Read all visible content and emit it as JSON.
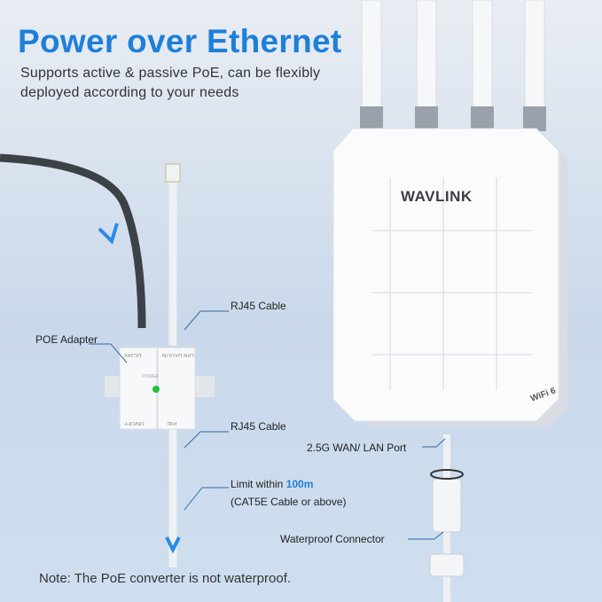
{
  "header": {
    "title": "Power over Ethernet",
    "subtitle_line1": "Supports active & passive PoE, can be flexibly",
    "subtitle_line2": "deployed according to your needs"
  },
  "labels": {
    "rj45_top": "RJ45 Cable",
    "poe_adapter": "POE Adapter",
    "rj45_bottom": "RJ45 Cable",
    "limit_prefix": "Limit within ",
    "limit_value": "100m",
    "limit_note": "(CAT5E Cable or above)",
    "wan_port": "2.5G WAN/ LAN Port",
    "waterproof": "Waterproof Connector"
  },
  "adapter": {
    "dc": "DC24V",
    "lan": "LAN DATA IN",
    "onoff": "ON/OFF",
    "poe": "PoE",
    "power": "POWER"
  },
  "router": {
    "brand": "WAVLINK",
    "badge": "WiFi 6"
  },
  "footer": {
    "note": "Note: The PoE converter is not waterproof."
  },
  "colors": {
    "accent": "#1f7fd8",
    "arrow": "#2a8be8",
    "led": "#22c040"
  }
}
